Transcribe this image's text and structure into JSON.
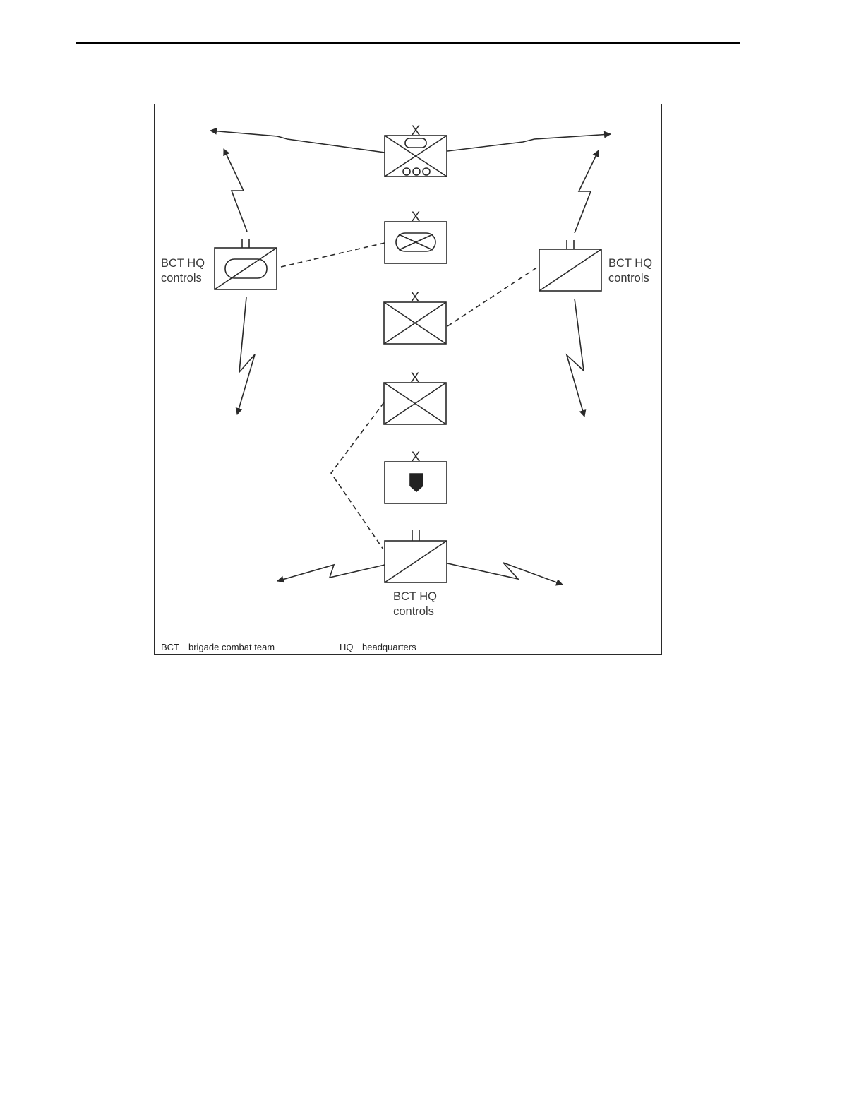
{
  "labels": {
    "left_hq": [
      "BCT HQ",
      "controls"
    ],
    "right_hq": [
      "BCT HQ",
      "controls"
    ],
    "bottom_hq": [
      "BCT HQ",
      "controls"
    ]
  },
  "unit_echelon_mark": "X",
  "legend": {
    "bct_abbr": "BCT",
    "bct_def": "brigade combat team",
    "hq_abbr": "HQ",
    "hq_def": "headquarters"
  },
  "colors": {
    "line": "#2a2a2a",
    "fill": "#222222"
  }
}
